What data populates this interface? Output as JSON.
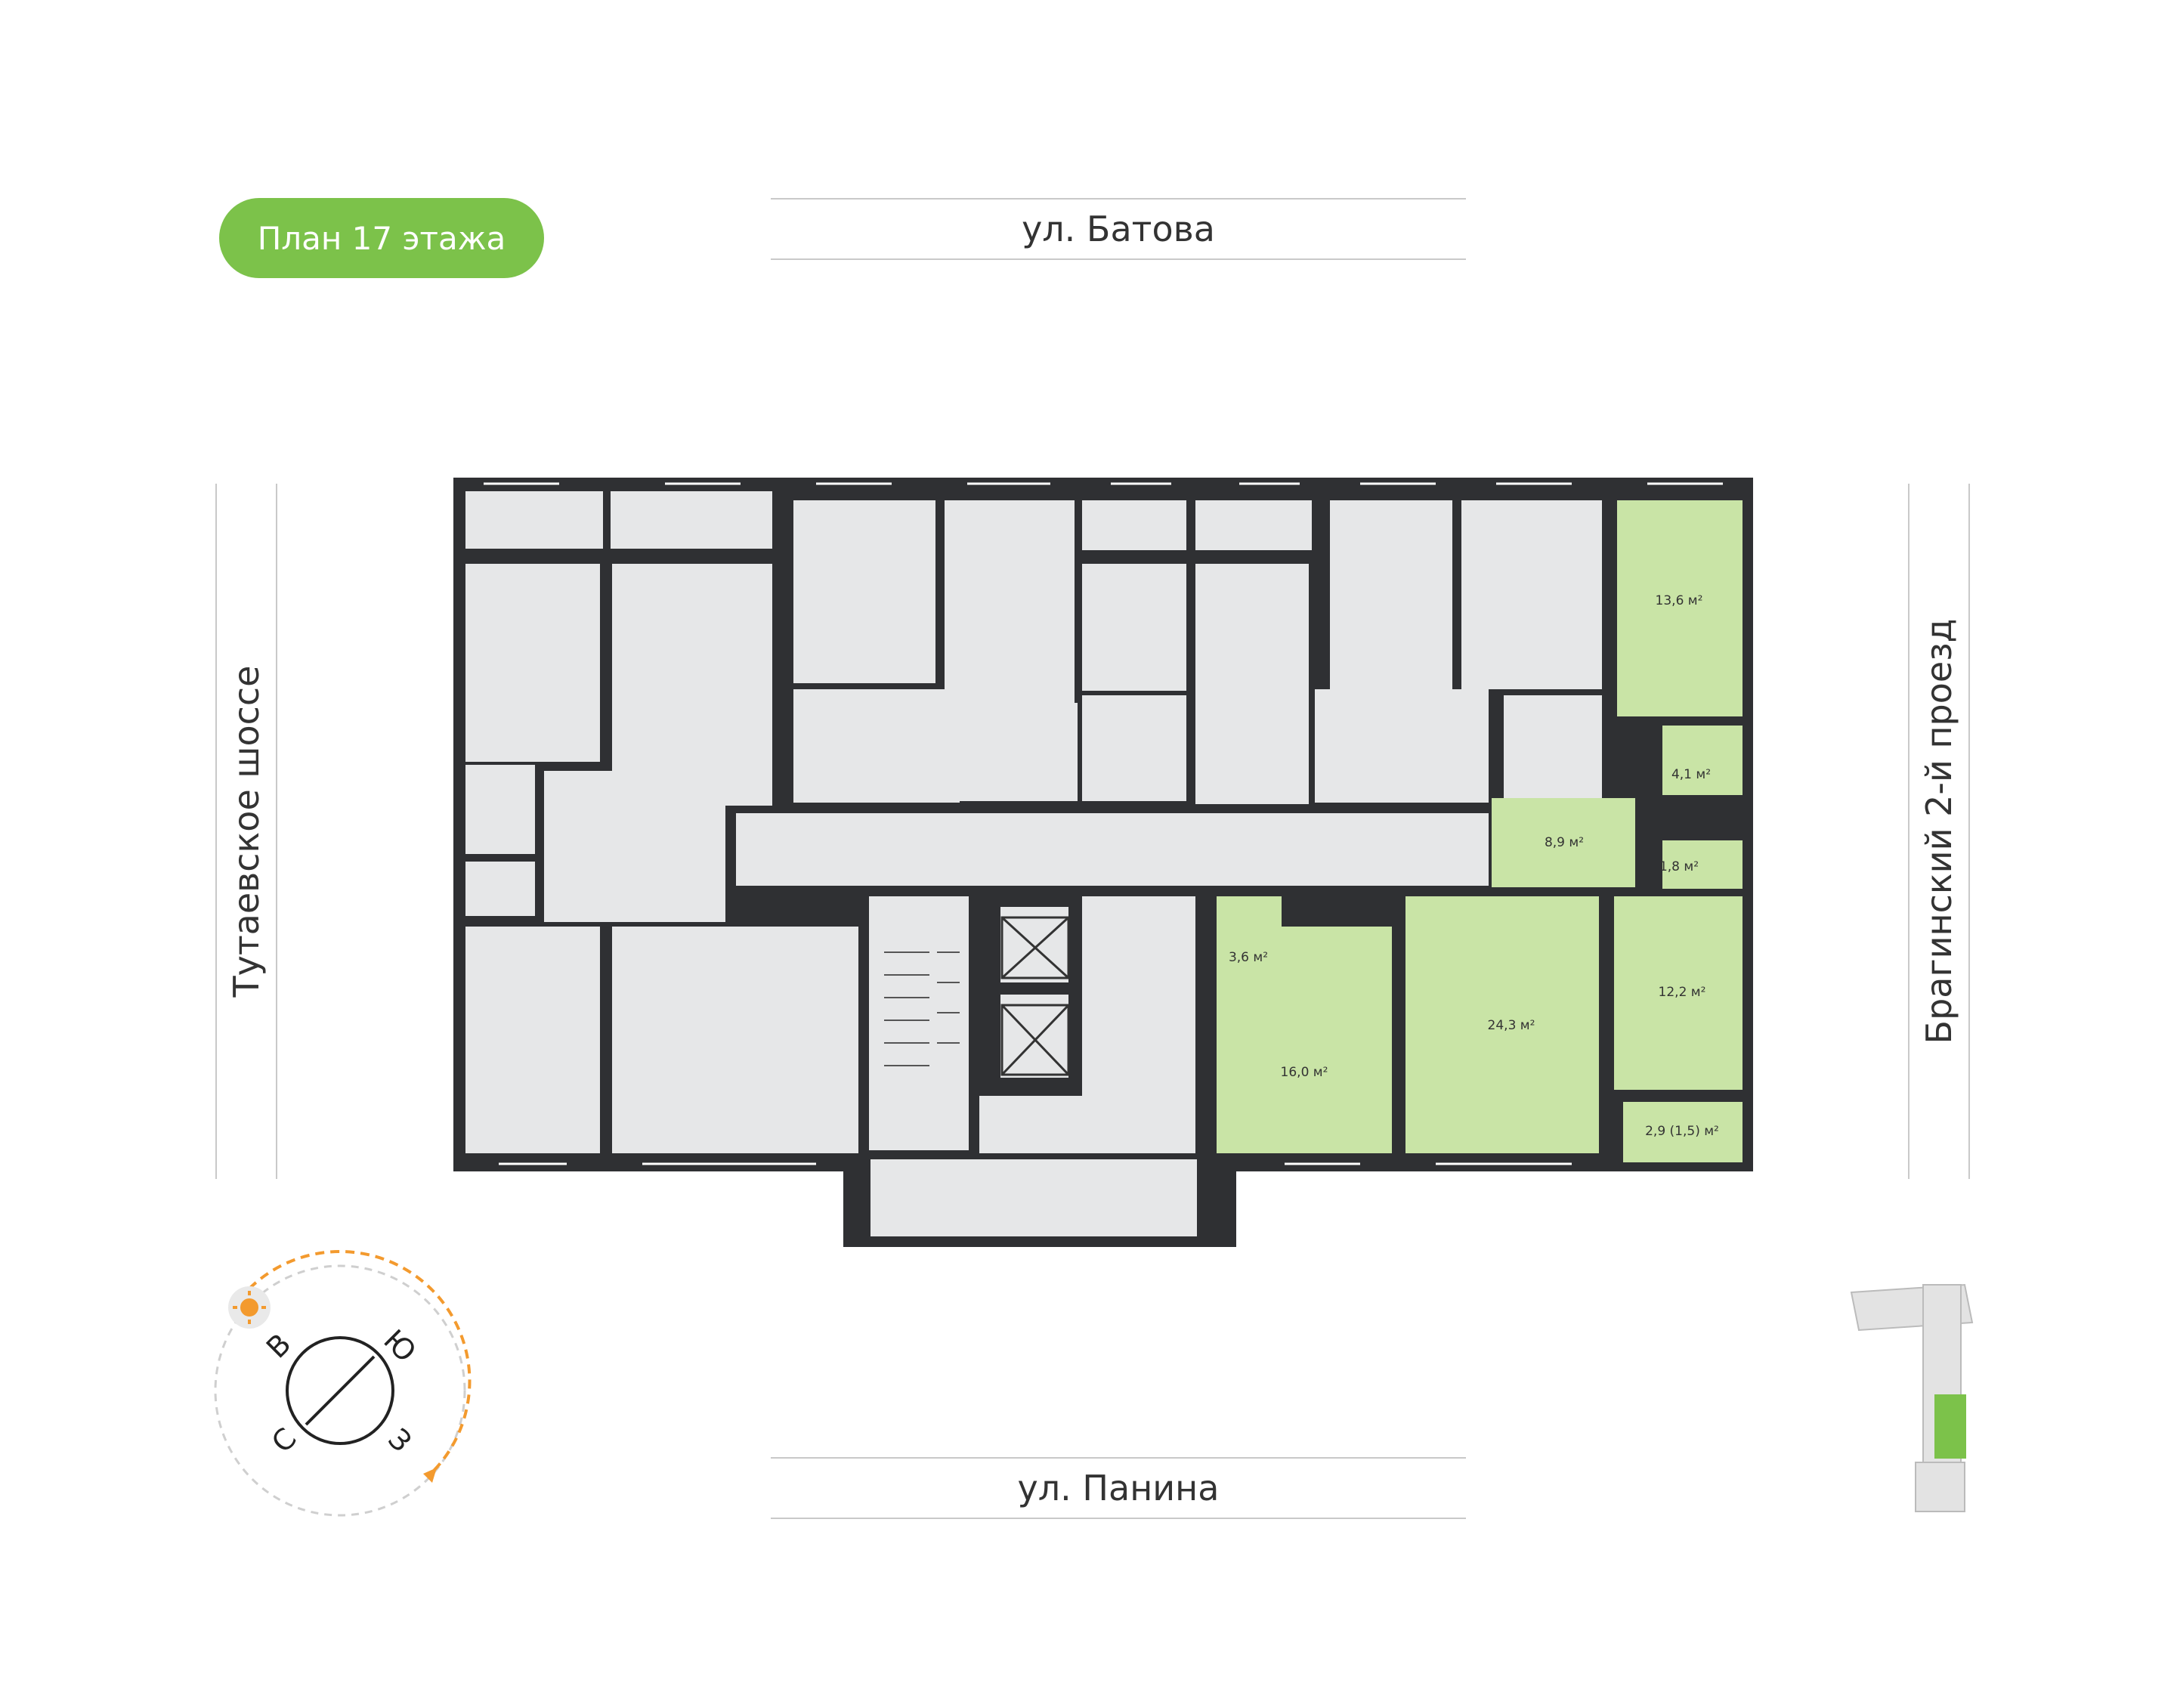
{
  "header": {
    "floor_title": "План 17 этажа"
  },
  "streets": {
    "top": "ул. Батова",
    "bottom": "ул. Панина",
    "left": "Тутаевское шоссе",
    "right": "Брагинский 2-й проезд"
  },
  "compass": {
    "north": "С",
    "east": "В",
    "south": "Ю",
    "west": "З",
    "sun_icon": "sun-icon"
  },
  "apartment": {
    "highlight_color": "#c9e4a6",
    "rooms": [
      {
        "id": "room-1",
        "area": "13,6 м²"
      },
      {
        "id": "room-2",
        "area": "4,1 м²"
      },
      {
        "id": "room-3",
        "area": "8,9 м²"
      },
      {
        "id": "room-4",
        "area": "1,8 м²"
      },
      {
        "id": "room-5",
        "area": "3,6 м²"
      },
      {
        "id": "room-6",
        "area": "24,3 м²"
      },
      {
        "id": "room-7",
        "area": "12,2 м²"
      },
      {
        "id": "room-8",
        "area": "16,0 м²"
      },
      {
        "id": "room-9",
        "area": "2,9 (1,5) м²"
      }
    ]
  },
  "colors": {
    "accent": "#7cc24a",
    "wall": "#2f3033",
    "room": "#e6e7e8",
    "highlight": "#c9e4a6"
  }
}
